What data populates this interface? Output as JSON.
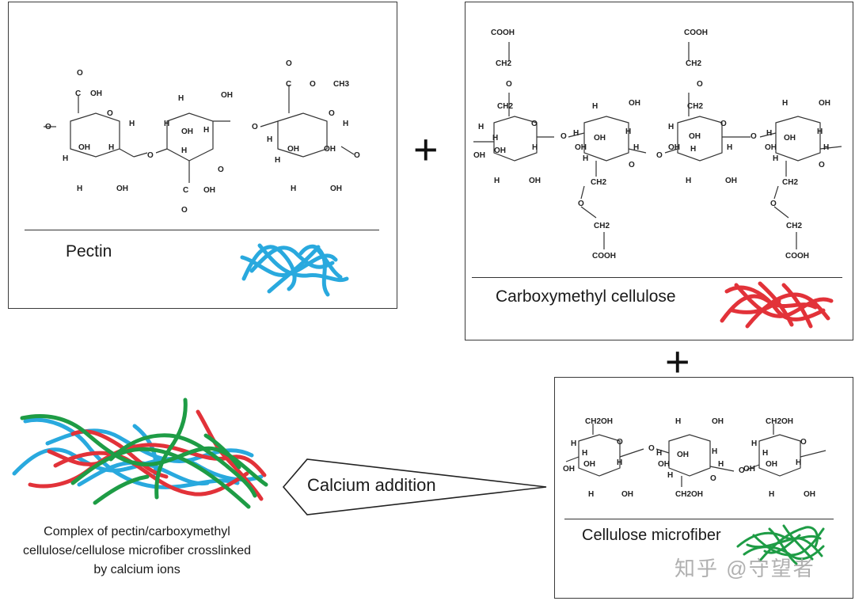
{
  "pectin": {
    "label": "Pectin",
    "fiber_color": "#29a9de",
    "atoms": {
      "o": "O",
      "oh": "OH",
      "h": "H",
      "c": "C",
      "ch3": "CH3"
    }
  },
  "cmc": {
    "label": "Carboxymethyl cellulose",
    "fiber_color": "#e23239",
    "atoms": {
      "cooh": "COOH",
      "ch2": "CH2",
      "o": "O",
      "oh": "OH",
      "h": "H"
    }
  },
  "microfiber": {
    "label": "Cellulose microfiber",
    "fiber_color": "#1e9c45",
    "atoms": {
      "ch2oh": "CH2OH",
      "o": "O",
      "oh": "OH",
      "h": "H"
    }
  },
  "plus_sign": "+",
  "arrow": {
    "label": "Calcium addition"
  },
  "complex": {
    "caption_line1": "Complex of pectin/carboxymethyl",
    "caption_line2": "cellulose/cellulose microfiber crosslinked",
    "caption_line3": "by calcium ions"
  },
  "watermark": "知乎 @守望者"
}
